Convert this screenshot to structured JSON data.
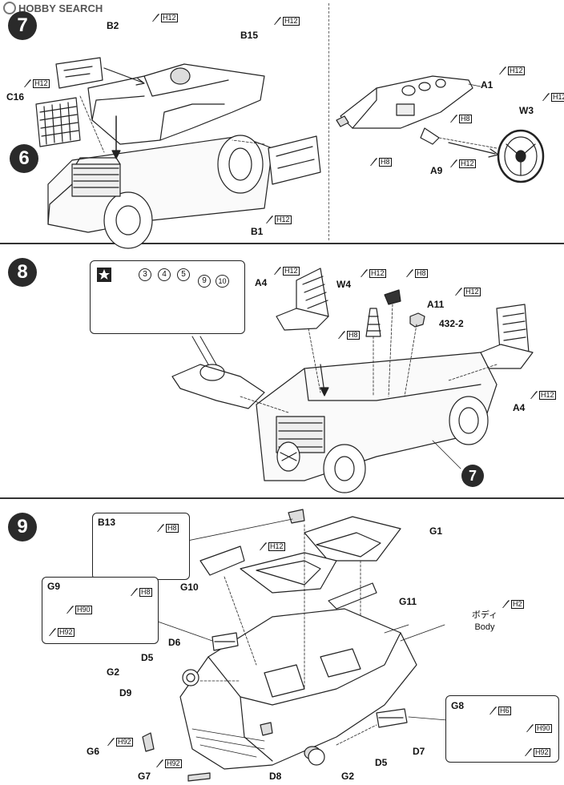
{
  "watermark": "HOBBY SEARCH",
  "steps": {
    "s7": "7",
    "s6": "6",
    "s8": "8",
    "s7ref": "7",
    "s9": "9"
  },
  "paint_codes": {
    "h12": "H12",
    "h8": "H8",
    "h2": "H2",
    "h90": "H90",
    "h92": "H92",
    "h6": "H6"
  },
  "step7": {
    "parts": {
      "b2": "B2",
      "b15": "B15",
      "c16": "C16",
      "b1": "B1",
      "a1": "A1",
      "w3": "W3",
      "a9": "A9"
    }
  },
  "step8": {
    "gauge_numbers": [
      "3",
      "4",
      "5",
      "9",
      "10"
    ],
    "parts": {
      "a4_left": "A4",
      "w4": "W4",
      "a11": "A11",
      "p4322": "432-2",
      "a4_right": "A4"
    }
  },
  "step9": {
    "parts": {
      "b13": "B13",
      "g1": "G1",
      "g10": "G10",
      "g11": "G11",
      "g9": "G9",
      "body_jp": "ボディ",
      "body_en": "Body",
      "d6": "D6",
      "d5_top": "D5",
      "g2_top": "G2",
      "d9": "D9",
      "g8": "G8",
      "d7": "D7",
      "g6": "G6",
      "d5_bottom": "D5",
      "g7": "G7",
      "d8": "D8",
      "g2_bottom": "G2"
    }
  }
}
